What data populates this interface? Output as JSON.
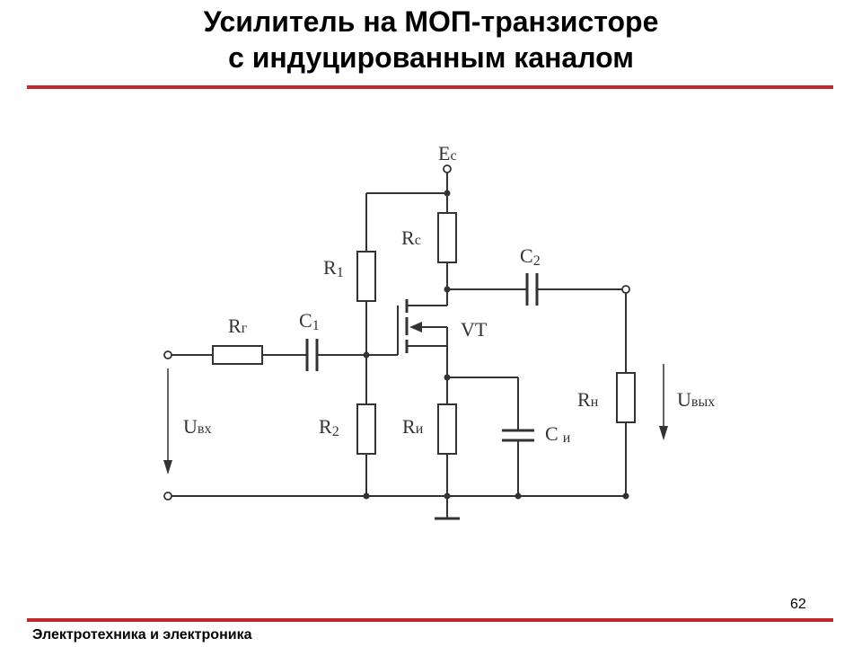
{
  "slide": {
    "title_line1": "Усилитель на МОП-транзисторе",
    "title_line2": "с индуцированным каналом",
    "page_number": "62",
    "footer": "Электротехника и электроника",
    "accent_color": "#c0282e"
  },
  "circuit": {
    "supply": {
      "main": "E",
      "sub": "с"
    },
    "transistor": "VT",
    "resistors": {
      "Rg": {
        "main": "R",
        "sub": "г"
      },
      "R1": {
        "main": "R",
        "sub": "1"
      },
      "R2": {
        "main": "R",
        "sub": "2"
      },
      "Rc": {
        "main": "R",
        "sub": "с"
      },
      "Ri": {
        "main": "R",
        "sub": "и"
      },
      "Rn": {
        "main": "R",
        "sub": "н"
      }
    },
    "capacitors": {
      "C1": {
        "main": "C",
        "sub": "1"
      },
      "C2": {
        "main": "C",
        "sub": "2"
      },
      "Ci": {
        "main": "C",
        "sub": "и"
      }
    },
    "voltages": {
      "Uin": {
        "main": "U",
        "sub": "вх"
      },
      "Uout": {
        "main": "U",
        "sub": "вых"
      }
    }
  }
}
